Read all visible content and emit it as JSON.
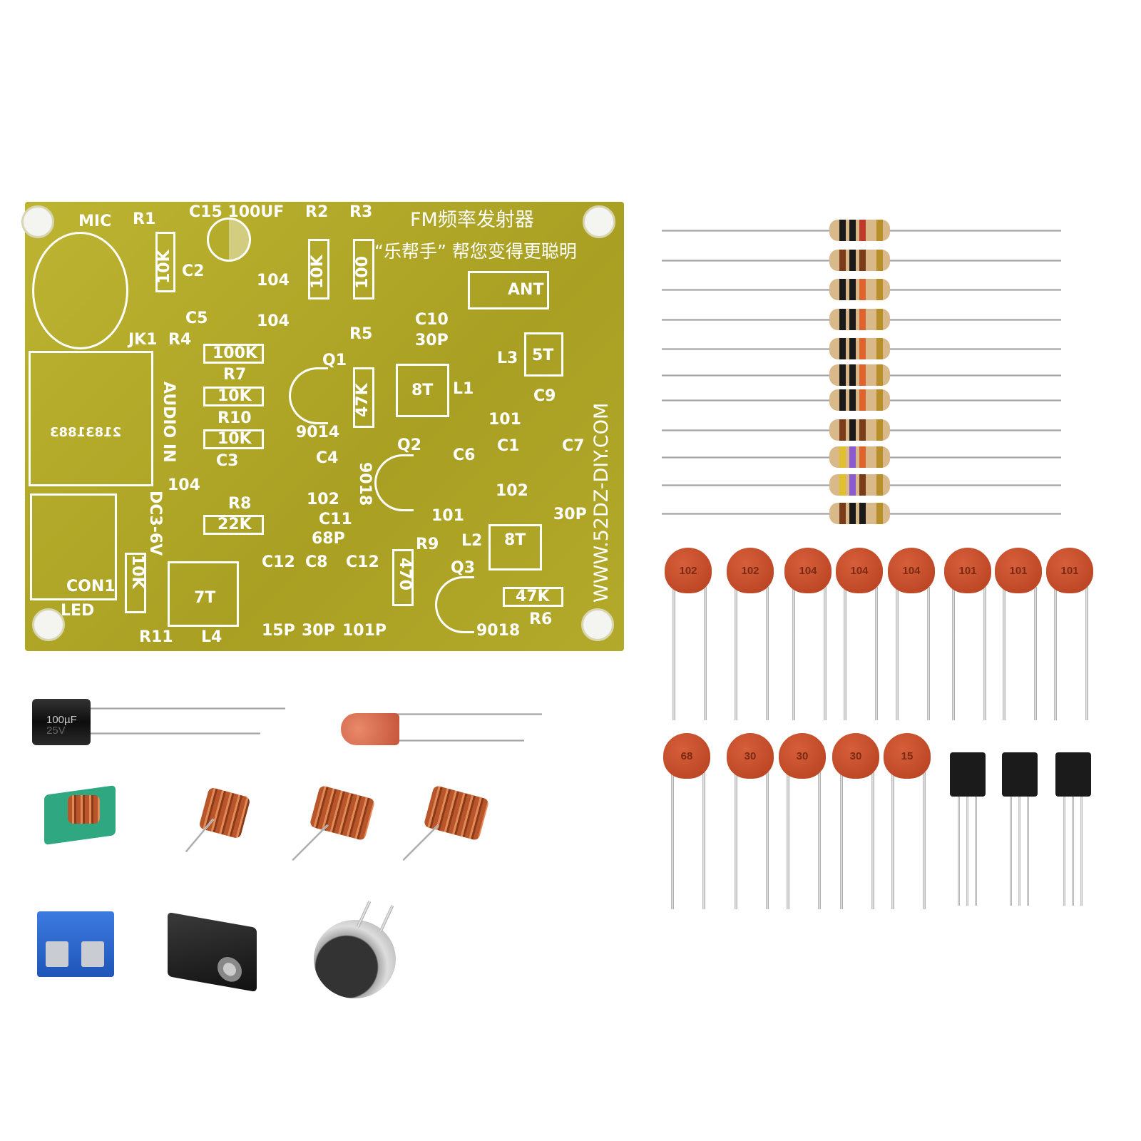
{
  "pcb": {
    "title": "FM频率发射器",
    "slogan": "“乐帮手” 帮您变得更聪明",
    "ant": "ANT",
    "website": "WWW.52DZ-DIY.COM",
    "mic": "MIC",
    "r1": "R1",
    "r1v": "10K",
    "c15": "C15 100UF",
    "r2": "R2",
    "r2v": "10K",
    "r3": "R3",
    "r3v": "100",
    "c2": "C2",
    "c2v": "104",
    "c5": "C5",
    "c5v": "104",
    "jk1": "JK1",
    "r4": "R4",
    "r4v": "100K",
    "r7": "R7",
    "r7v": "10K",
    "r10": "R10",
    "r10v": "10K",
    "c3": "C3",
    "c3v": "104",
    "r8": "R8",
    "r8v": "22K",
    "q1": "Q1",
    "q1v": "9014",
    "r5": "R5",
    "r5v": "47K",
    "c10": "C10",
    "c10v": "30P",
    "l1": "L1",
    "l1v": "8T",
    "l3": "L3",
    "l3v": "5T",
    "c9": "C9",
    "c9v": "101",
    "c4": "C4",
    "c4v": "102",
    "q2": "Q2",
    "q2v": "9018",
    "c6": "C6",
    "c6v": "101",
    "c1": "C1",
    "c1v": "102",
    "c7": "C7",
    "c7v": "30P",
    "c11": "C11",
    "c11v": "68P",
    "r9": "R9",
    "r9v": "470",
    "l2": "L2",
    "l2v": "8T",
    "q3": "Q3",
    "q3v": "9018",
    "r6": "R6",
    "r6v": "47K",
    "c12a": "C12",
    "c12av": "15P",
    "c8": "C8",
    "c8v": "30P",
    "c12b": "C12",
    "c12bv": "101P",
    "l4": "L4",
    "l4v": "7T",
    "r11": "R11",
    "r11v": "10K",
    "con1": "CON1",
    "led": "LED",
    "dc": "DC3-6V",
    "audio": "AUDIO IN",
    "serial": "21831883"
  },
  "capacitors_row1": [
    "102",
    "102",
    "104",
    "104",
    "104",
    "101",
    "101",
    "101"
  ],
  "capacitors_row2": [
    "68",
    "30",
    "30",
    "30",
    "15"
  ],
  "electrolytic": {
    "value": "100µF",
    "voltage": "25V"
  },
  "colors": {
    "pcb": "#b3a92a",
    "ceramic": "#c44a26",
    "terminal": "#2a63c9"
  }
}
